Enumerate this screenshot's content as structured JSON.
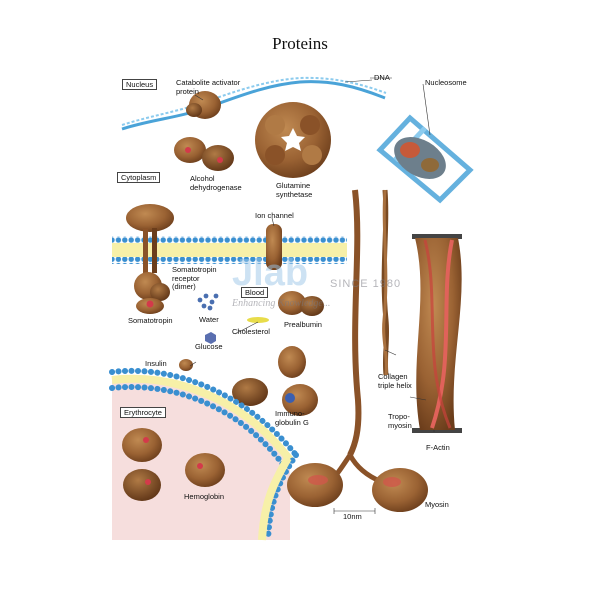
{
  "title": "Proteins",
  "compartments": {
    "nucleus": "Nucleus",
    "cytoplasm": "Cytoplasm",
    "blood": "Blood",
    "erythrocyte": "Erythrocyte"
  },
  "labels": {
    "catabolite": "Catabolite activator\nprotein",
    "dna": "DNA",
    "nucleosome": "Nucleosome",
    "alcohol": "Alcohol\ndehydrogenase",
    "glutamine": "Glutamine\nsynthetase",
    "ion_channel": "Ion channel",
    "receptor": "Somatotropin\nreceptor\n(dimer)",
    "somatotropin": "Somatotropin",
    "water": "Water",
    "cholesterol": "Cholesterol",
    "prealbumin": "Prealbumin",
    "glucose": "Glucose",
    "insulin": "Insulin",
    "immunoglobulin": "Immuno-\nglobulin G",
    "hemoglobin": "Hemoglobin",
    "collagen": "Collagen\ntriple helix",
    "tropomyosin": "Tropo-\nmyosin",
    "factin": "F-Actin",
    "myosin": "Myosin",
    "scale": "10nm"
  },
  "watermark": {
    "since": "SINCE 1980",
    "tagline": "Enhancing Knowledge..."
  },
  "colors": {
    "protein": "#9a6233",
    "protein_dark": "#6b3d1b",
    "dna_blue": "#4aa3d8",
    "membrane_blue": "#3a8fd0",
    "membrane_yellow": "#f7f0a8",
    "highlight_red": "#d33a4a",
    "erythrocyte_fill": "#f6dedd"
  }
}
